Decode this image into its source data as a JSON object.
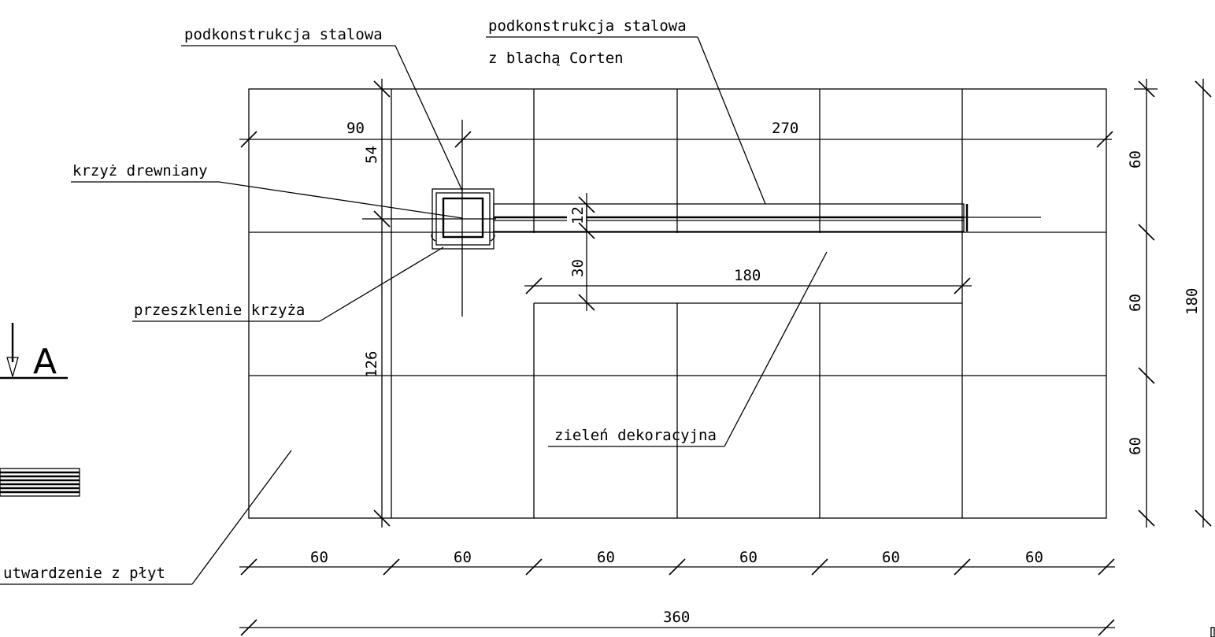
{
  "labels": {
    "steel_substructure": "podkonstrukcja stalowa",
    "steel_substructure_corten_line1": "podkonstrukcja stalowa",
    "steel_substructure_corten_line2": "z blachą Corten",
    "wooden_cross": "krzyż drewniany",
    "cross_glazing": "przeszklenie krzyża",
    "decorative_greenery": "zieleń dekoracyjna",
    "paving_slabs": "utwardzenie z płyt",
    "section_marker": "A"
  },
  "dimensions": {
    "d90": "90",
    "d270": "270",
    "d54": "54",
    "d12": "12",
    "d30": "30",
    "d180_inner": "180",
    "d126": "126",
    "bottom": [
      "60",
      "60",
      "60",
      "60",
      "60",
      "60"
    ],
    "total_width": "360",
    "right_column": [
      "60",
      "60",
      "60"
    ],
    "total_height": "180"
  },
  "colors": {
    "line": "#000000",
    "background": "#ffffff",
    "corner_mark": "#c0392b"
  }
}
